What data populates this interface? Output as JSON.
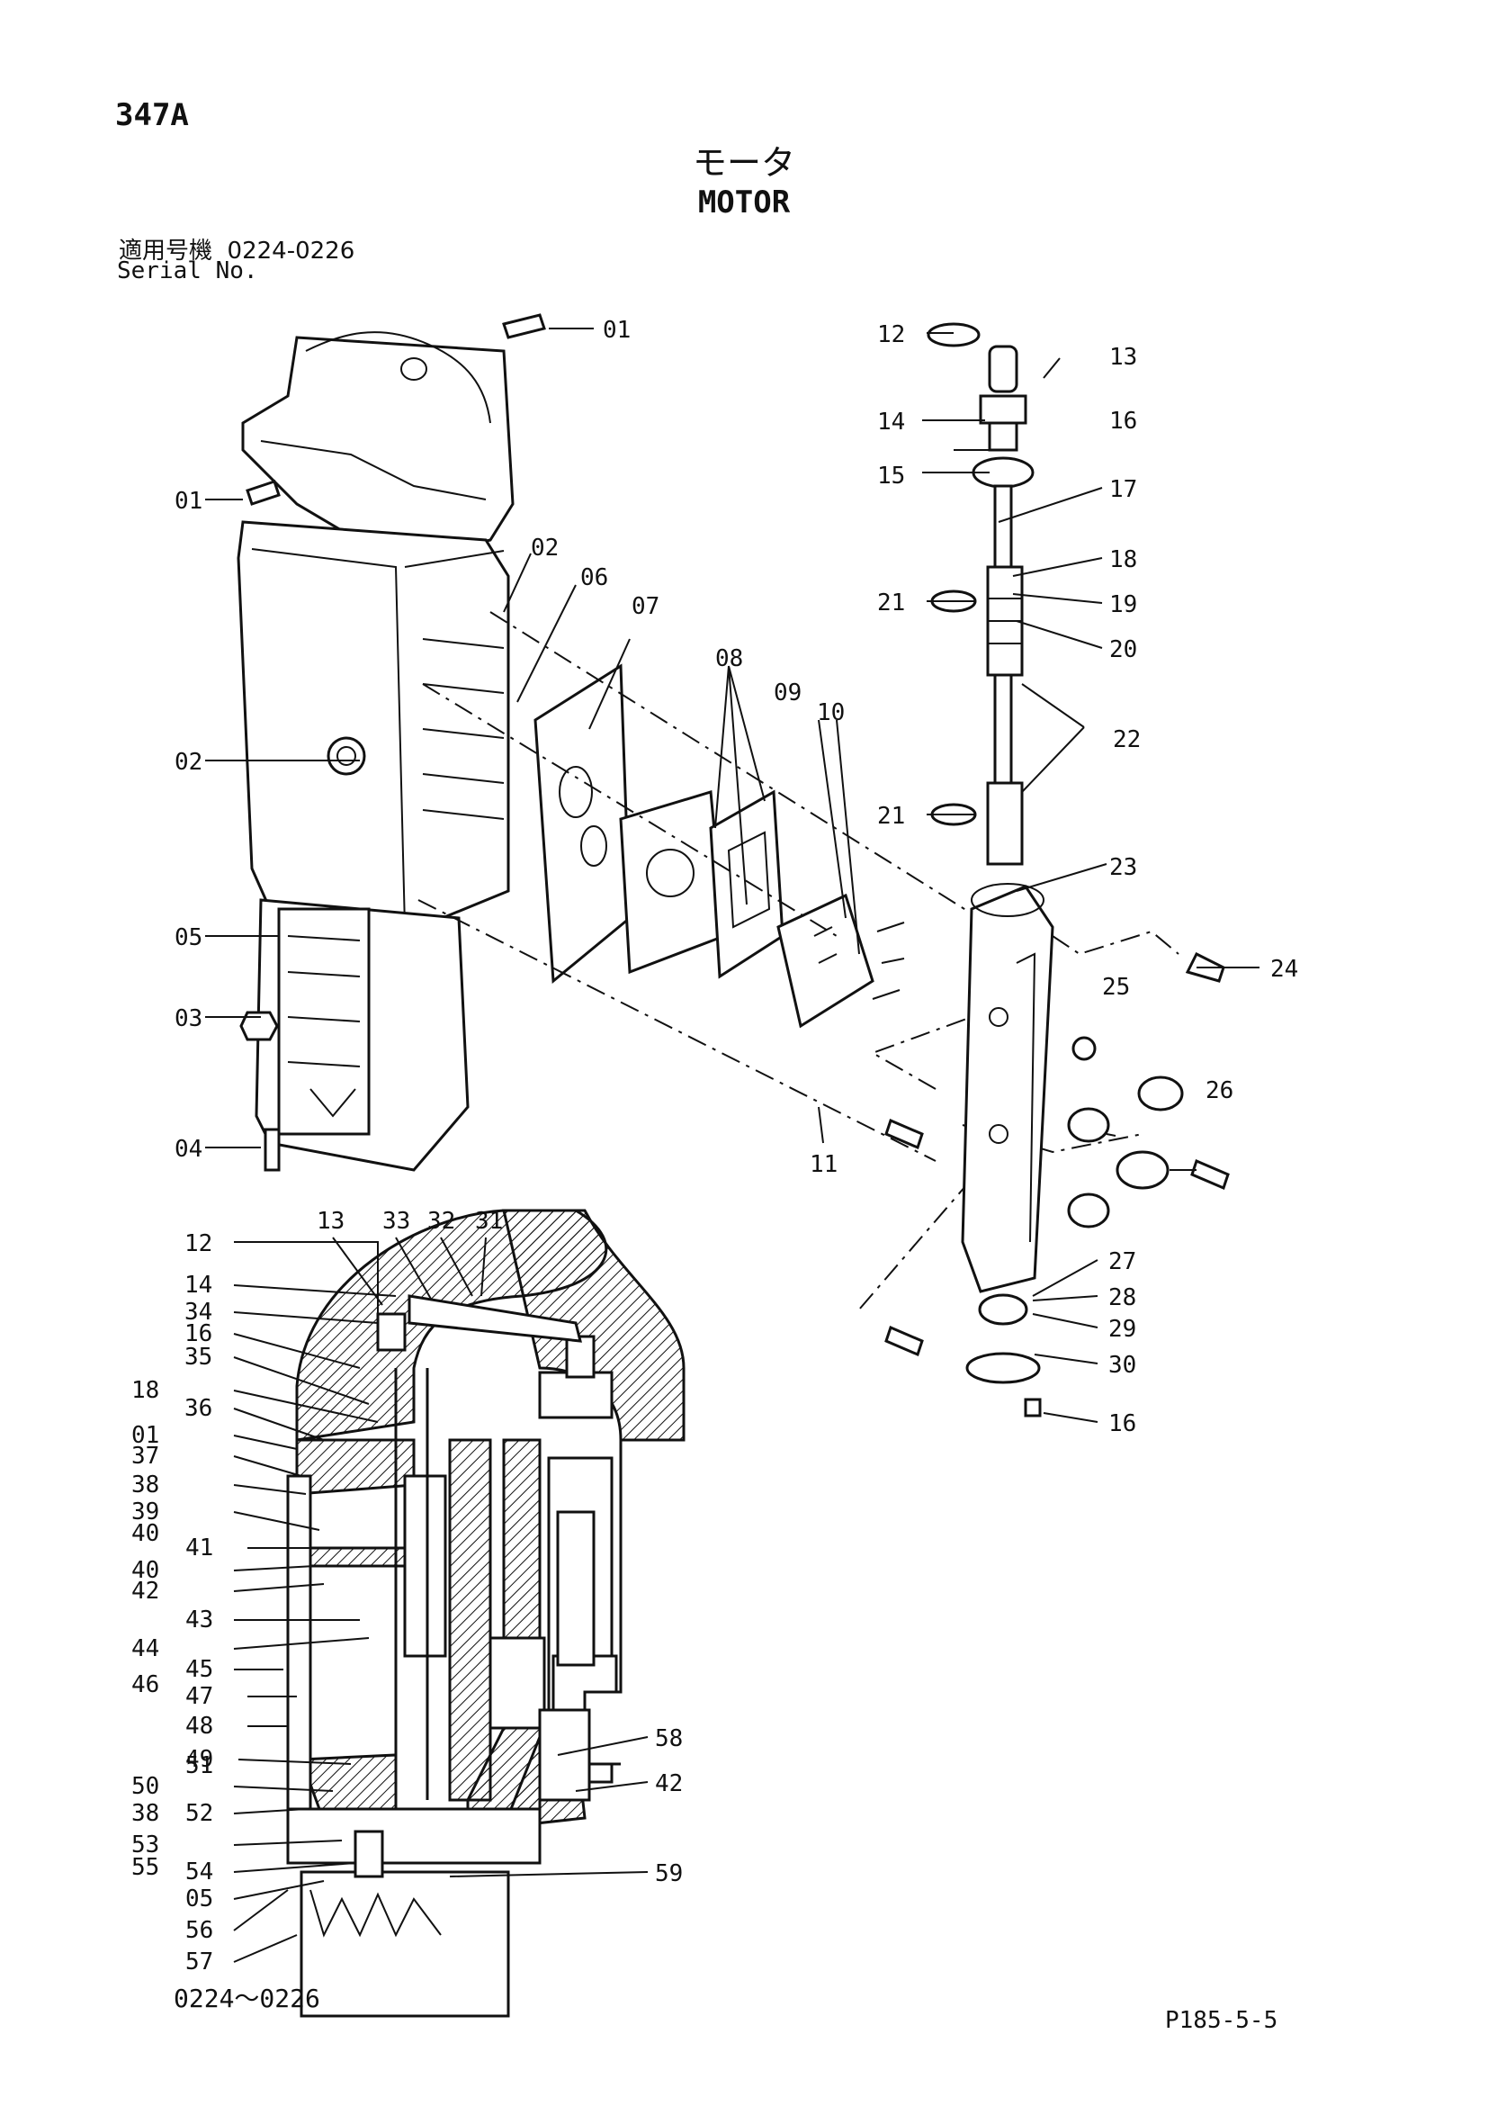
{
  "header": {
    "page_code": "347A",
    "title_ja": "モータ",
    "title_en": "MOTOR",
    "serial_label_ja": "適用号機",
    "serial_range": "0224-0226",
    "serial_label_en": "Serial No."
  },
  "footer": {
    "serial_range": "0224～0226",
    "page_ref": "P185-5-5"
  },
  "callouts": {
    "upper": [
      "01",
      "01",
      "02",
      "02",
      "06",
      "07",
      "08",
      "09",
      "10",
      "11",
      "05",
      "03",
      "04",
      "12",
      "13",
      "14",
      "16",
      "15",
      "17",
      "18",
      "19",
      "21",
      "20",
      "22",
      "21",
      "23",
      "24",
      "25",
      "26",
      "27",
      "28",
      "29",
      "30",
      "16"
    ],
    "section_left": [
      "12",
      "14",
      "34",
      "16",
      "35",
      "18",
      "36",
      "01",
      "37",
      "38",
      "39",
      "40",
      "41",
      "40",
      "42",
      "43",
      "44",
      "45",
      "46",
      "47",
      "48",
      "49",
      "50",
      "51",
      "38",
      "52",
      "53",
      "54",
      "55",
      "05",
      "56",
      "57"
    ],
    "section_top": [
      "13",
      "33",
      "32",
      "31"
    ],
    "section_right": [
      "58",
      "42",
      "59"
    ]
  }
}
